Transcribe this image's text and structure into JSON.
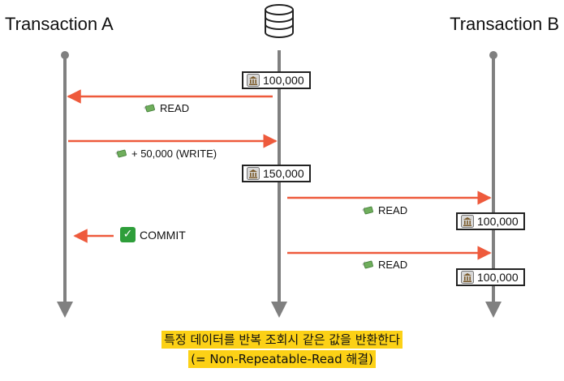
{
  "titles": {
    "transaction_a": "Transaction A",
    "transaction_b": "Transaction B"
  },
  "values": {
    "db_initial": "100,000",
    "db_after_write": "150,000",
    "b_first_read": "100,000",
    "b_second_read": "100,000"
  },
  "steps": {
    "a_read": "READ",
    "a_write": "+ 50,000 (WRITE)",
    "b_read_1": "READ",
    "b_read_2": "READ",
    "a_commit": "COMMIT"
  },
  "note": {
    "line1": "특정 데이터를 반복 조회시 같은 값을 반환한다",
    "line2": "(= Non-Repeatable-Read 해결)"
  },
  "icons": {
    "database": "database-icon",
    "bank": "bank-icon",
    "money": "money-with-wings-icon",
    "check": "check-mark-button-icon"
  },
  "colors": {
    "arrow": "#ee5a3c",
    "lifeline": "#808080",
    "highlight": "#fcd116",
    "check": "#2e9e3a"
  }
}
